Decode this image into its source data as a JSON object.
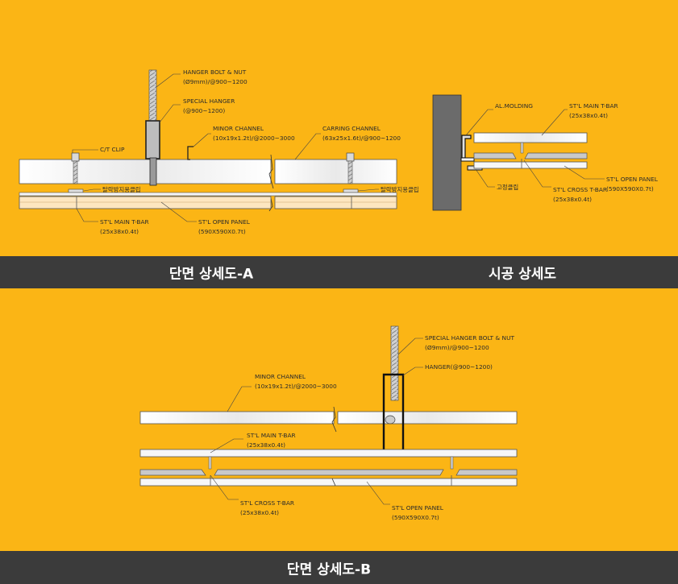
{
  "section_a": {
    "caption": "단면 상세도-A",
    "labels": {
      "hanger_bolt_1": "HANGER BOLT & NUT",
      "hanger_bolt_2": "(Ø9mm)/@900~1200",
      "special_hanger_1": "SPECIAL HANGER",
      "special_hanger_2": "(@900~1200)",
      "minor_channel_1": "MINOR CHANNEL",
      "minor_channel_2": "(10x19x1.2t)/@2000~3000",
      "carring_channel_1": "CARRING CHANNEL",
      "carring_channel_2": "(63x25x1.6t)/@900~1200",
      "ct_clip": "C/T CLIP",
      "anti_drop_clip_left": "탈락방지용클립",
      "anti_drop_clip_right": "탈락방지용클립",
      "main_tbar_1": "ST'L MAIN T-BAR",
      "main_tbar_2": "(25x38x0.4t)",
      "open_panel_1": "ST'L OPEN PANEL",
      "open_panel_2": "(590X590X0.7t)"
    }
  },
  "section_c": {
    "caption": "시공 상세도",
    "labels": {
      "al_molding": "AL.MOLDING",
      "main_tbar_1": "ST'L MAIN T-BAR",
      "main_tbar_2": "(25x38x0.4t)",
      "fixing_clip": "고정클립",
      "cross_tbar_1": "ST'L CROSS T-BAR",
      "cross_tbar_2": "(25x38x0.4t)",
      "open_panel_1": "ST'L OPEN PANEL",
      "open_panel_2": "(590X590X0.7t)"
    }
  },
  "section_b": {
    "caption": "단면 상세도-B",
    "labels": {
      "special_hanger_bolt_1": "SPECIAL HANGER BOLT & NUT",
      "special_hanger_bolt_2": "(Ø9mm)/@900~1200",
      "hanger": "HANGER(@900~1200)",
      "minor_channel_1": "MINOR CHANNEL",
      "minor_channel_2": "(10x19x1.2t)/@2000~3000",
      "main_tbar_1": "ST'L MAIN T-BAR",
      "main_tbar_2": "(25x38x0.4t)",
      "cross_tbar_1": "ST'L CROSS T-BAR",
      "cross_tbar_2": "(25x38x0.4t)",
      "open_panel_1": "ST'L OPEN PANEL",
      "open_panel_2": "(590X590X0.7t)"
    }
  },
  "colors": {
    "background": "#fbb515",
    "caption_bar": "#3b3b3b",
    "caption_text": "#ffffff",
    "channel_fill": "#f2f2f2",
    "panel_fill": "#fde6c0",
    "wall": "#6b6b6b",
    "hanger": "#c4c4c4"
  }
}
